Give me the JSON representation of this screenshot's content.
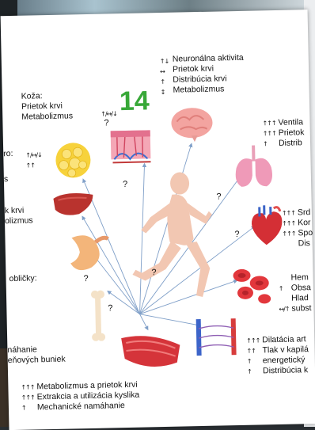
{
  "number": "14",
  "brain": {
    "arrows": [
      "↑↓",
      "↔",
      "↑",
      "↕"
    ],
    "lines": [
      "Neuronálna aktivita",
      "Prietok krvi",
      "Distribúcia krvi",
      "Metabolizmus"
    ]
  },
  "skin": {
    "lines": [
      "Koža:",
      "Prietok krvi",
      "Metabolizmus"
    ],
    "arrow": "↑/↔/↓",
    "q": "?"
  },
  "fat": {
    "label": "ro:",
    "arrows": [
      "↑/↔/↓",
      "↑↑"
    ]
  },
  "left_partial": {
    "s": "s",
    "lines": [
      "k krvi",
      "olizmus"
    ]
  },
  "kidney": {
    "label": "obličky:"
  },
  "bone": {
    "lines": [
      "náhanie",
      "eňových buniek"
    ],
    "q": "?"
  },
  "lungs": {
    "arrows": [
      "↑↑↑",
      "↑↑↑",
      "↑"
    ],
    "lines": [
      "Ventila",
      "Prietok",
      "Distrib"
    ]
  },
  "heart": {
    "arrows": [
      "↑↑↑",
      "↑↑↑",
      "↑↑↑"
    ],
    "lines": [
      "Srd",
      "Kor",
      "Spo",
      "Dis"
    ]
  },
  "blood": {
    "arrows": [
      "↑",
      "↔/↑"
    ],
    "lines": [
      "Hem",
      "Obsa",
      "Hlad",
      "subst"
    ]
  },
  "vessels": {
    "arrows": [
      "↑↑↑",
      "↑↑",
      "↑",
      "↑"
    ],
    "lines": [
      "Dilatácia art",
      "Tlak v kapilá",
      "energetický",
      "Distribúcia k"
    ]
  },
  "muscle": {
    "arrows": [
      "↑↑↑",
      "↑↑↑",
      "↑"
    ],
    "lines": [
      "Metabolizmus a prietok krvi",
      "Extrakcia a utilizácia kyslika",
      "Mechanické namáhanie"
    ]
  },
  "question_marks": [
    "?",
    "?",
    "?",
    "?",
    "?"
  ],
  "colors": {
    "number": "#38a838",
    "arrow_lines": "#7f9fc8"
  }
}
